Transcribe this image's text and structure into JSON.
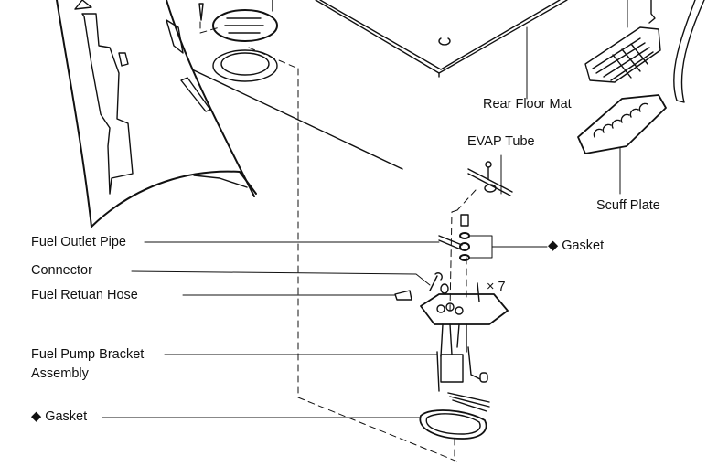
{
  "diagram": {
    "colors": {
      "ink": "#111111",
      "background": "#ffffff"
    },
    "labels": {
      "rear_floor_mat": "Rear Floor Mat",
      "evap_tube": "EVAP Tube",
      "scuff_plate": "Scuff Plate",
      "fuel_outlet_pipe": "Fuel Outlet Pipe",
      "connector": "Connector",
      "fuel_return_hose": "Fuel Retuan Hose",
      "gasket_upper": "Gasket",
      "screw_count": "× 7",
      "bracket_line1": "Fuel Pump Bracket",
      "bracket_line2": "Assembly",
      "gasket_lower": "Gasket"
    },
    "symbols": {
      "non_reusable": "◆"
    }
  }
}
